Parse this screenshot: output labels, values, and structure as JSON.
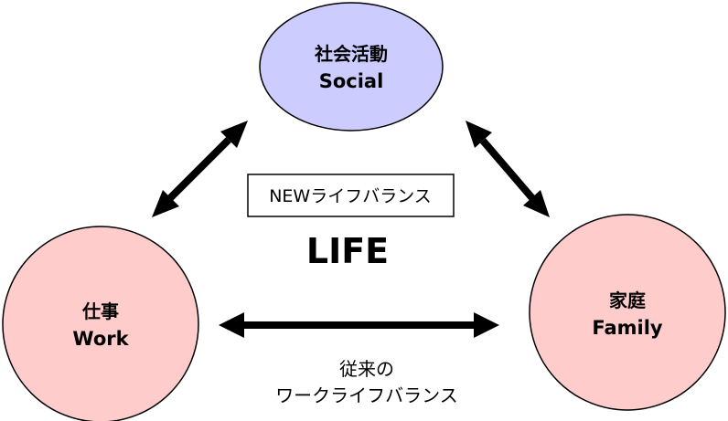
{
  "nodes": {
    "social": {
      "label_jp": "社会活動",
      "label_en": "Social",
      "fill": "#ccccff"
    },
    "work": {
      "label_jp": "仕事",
      "label_en": "Work",
      "fill": "#ffcccc"
    },
    "family": {
      "label_jp": "家庭",
      "label_en": "Family",
      "fill": "#ffcccc"
    }
  },
  "center": {
    "new_balance": "NEWライフバランス",
    "life": "LIFE"
  },
  "traditional": {
    "line1": "従来の",
    "line2": "ワークライフバランス"
  },
  "colors": {
    "outline": "#000000",
    "arrow": "#000000",
    "background": "#ffffff"
  }
}
